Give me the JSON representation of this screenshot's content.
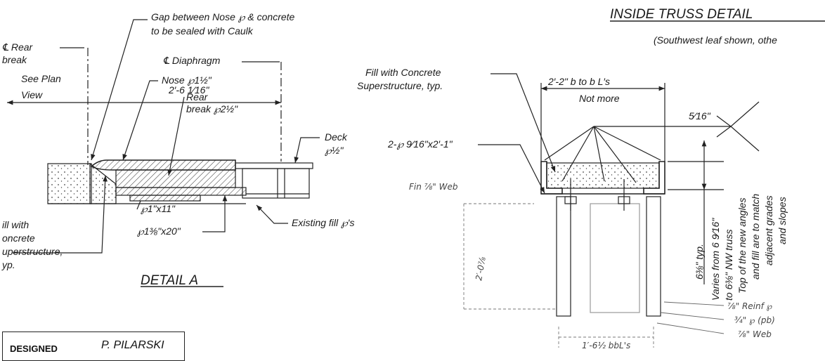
{
  "detail_a": {
    "title": "DETAIL A",
    "labels": {
      "gap_line1": "Gap between Nose ℘ & concrete",
      "gap_line2": "to be sealed with Caulk",
      "cl_rear": "℄ Rear",
      "break": "break",
      "see_plan": "See Plan",
      "view": "View",
      "cl_diaphragm": "℄ Diaphragm",
      "dim_main": "2′-6 1⁄16\"",
      "nose_pl": "Nose ℘1½\"",
      "rear": "Rear",
      "rear_break": "break ℘2½\"",
      "deck": "Deck",
      "deck_pl": "℘½\"",
      "pl_1x11": "℘1\"x11\"",
      "pl_138x20": "℘1⅜\"x20\"",
      "existing_fill": "Existing fill ℘'s",
      "fill1": "ill with",
      "fill2": "oncrete",
      "fill3": "uperstructure,",
      "fill4": "yp."
    }
  },
  "inside_truss": {
    "title": "INSIDE TRUSS DETAIL",
    "subtitle": "(Southwest leaf shown, othe",
    "labels": {
      "fill_concrete1": "Fill with Concrete",
      "fill_concrete2": "Superstructure, typ.",
      "dim_top": "2′-2\" b to b L′s",
      "not_more": "Not more",
      "weld": "5⁄16\"",
      "plate": "2-℘ 9⁄16\"x2′-1\"",
      "dim_side": "6⅜\" typ.",
      "varies1": "Varies from 6 9⁄16\"",
      "varies2": "to 6⅜\" NW truss",
      "note1": "Top of the new angles",
      "note2": "and fill are to match",
      "note3": "adjacent grades",
      "note4": "and slopes"
    },
    "handwritten": {
      "fin_web": "Fin ⅞\" Web",
      "height": "2′-0⅞",
      "reinf": "⅞\" Reinf ℘",
      "pl_pb": "¾\" ℘ (pb)",
      "web": "⅞\" Web",
      "bottom": "1′-6½ bbL's"
    }
  },
  "title_block": {
    "designed_label": "DESIGNED",
    "designed_name": "P. PILARSKI"
  }
}
